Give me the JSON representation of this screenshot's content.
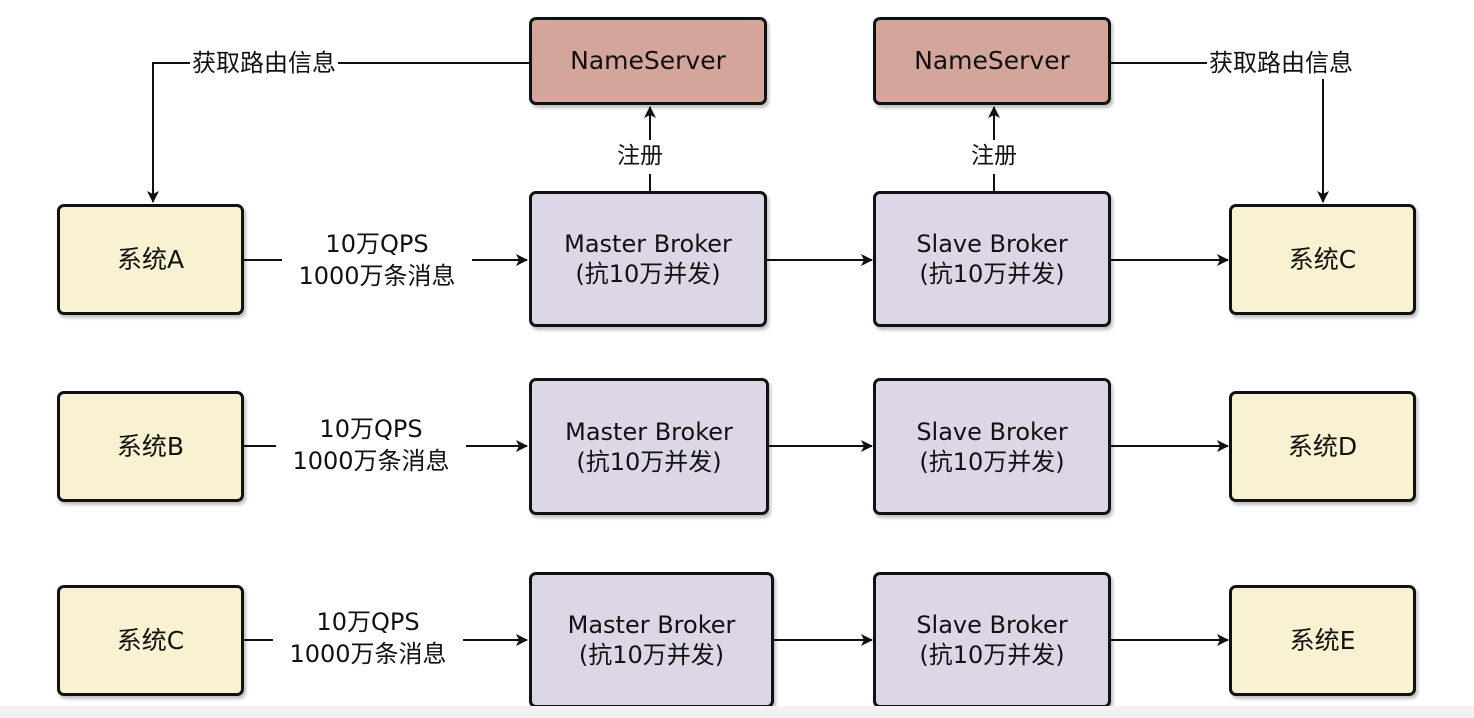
{
  "colors": {
    "nameserver_fill": "#d4a59b",
    "system_fill": "#f8f2d2",
    "broker_fill": "#dcd6e6",
    "stroke": "#111111"
  },
  "nameservers": [
    {
      "label": "NameServer"
    },
    {
      "label": "NameServer"
    }
  ],
  "route_label": "获取路由信息",
  "register_label": "注册",
  "rows": [
    {
      "producer": "系统A",
      "flow_line1": "10万QPS",
      "flow_line2": "1000万条消息",
      "master_line1": "Master Broker",
      "master_line2": "(抗10万并发)",
      "slave_line1": "Slave Broker",
      "slave_line2": "(抗10万并发)",
      "consumer": "系统C"
    },
    {
      "producer": "系统B",
      "flow_line1": "10万QPS",
      "flow_line2": "1000万条消息",
      "master_line1": "Master Broker",
      "master_line2": "(抗10万并发)",
      "slave_line1": "Slave Broker",
      "slave_line2": "(抗10万并发)",
      "consumer": "系统D"
    },
    {
      "producer": "系统C",
      "flow_line1": "10万QPS",
      "flow_line2": "1000万条消息",
      "master_line1": "Master Broker",
      "master_line2": "(抗10万并发)",
      "slave_line1": "Slave Broker",
      "slave_line2": "(抗10万并发)",
      "consumer": "系统E"
    }
  ]
}
